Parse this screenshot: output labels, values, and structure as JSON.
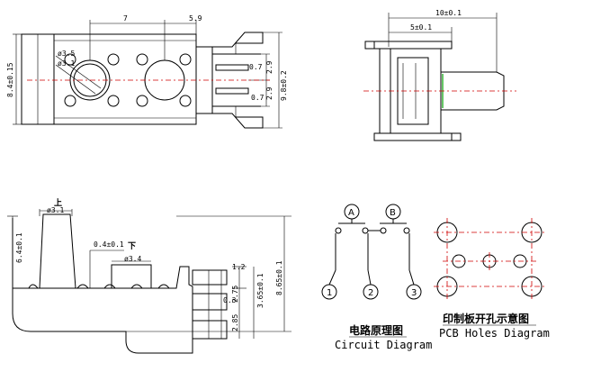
{
  "top_view": {
    "dim_width_left": "7",
    "dim_width_right": "5.9",
    "dim_hole_large": "ø3.5",
    "dim_hole_small": "ø3.1",
    "dim_height": "8.4±0.15",
    "dim_pin_pitch_a": "0.7",
    "dim_pin_pitch_b": "2.9",
    "dim_pin_pitch_c": "2.9",
    "dim_pin_pitch_d": "0.7",
    "dim_overall": "9.8±0.2"
  },
  "side_view": {
    "dim_total": "10±0.1",
    "dim_body": "5±0.1"
  },
  "front_view": {
    "label_up": "上",
    "label_down": "下",
    "dim_cap_dia": "ø3.1",
    "dim_cap_height": "6.4±0.1",
    "dim_lower_offset": "0.4±0.1",
    "dim_lower_dia": "ø3.4",
    "dim_total_height": "8.65±0.1",
    "dim_pin_a": "1.2",
    "dim_pin_b": "3.65±0.1",
    "dim_pin_c": "0.3",
    "dim_pin_d": "2.75",
    "dim_pin_e": "2.85"
  },
  "circuit": {
    "switch_a": "A",
    "switch_b": "B",
    "pin_1": "1",
    "pin_2": "2",
    "pin_3": "3",
    "caption_cn": "电路原理图",
    "caption_en": "Circuit Diagram"
  },
  "pcb": {
    "caption_cn": "印制板开孔示意图",
    "caption_en": "PCB Holes Diagram"
  }
}
